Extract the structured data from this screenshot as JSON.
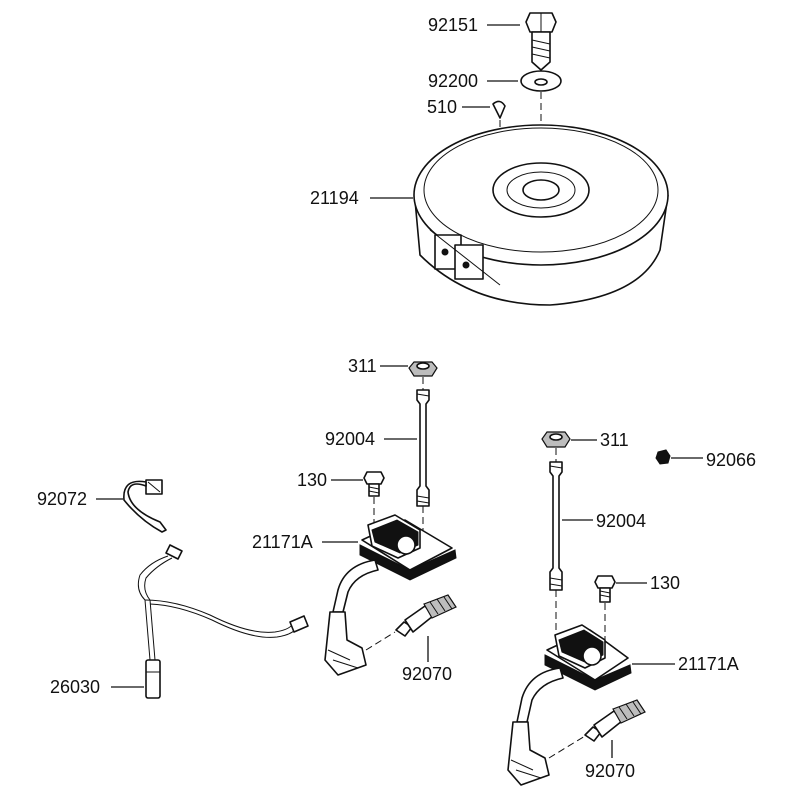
{
  "parts": {
    "bolt": "92151",
    "washer": "92200",
    "key": "510",
    "flywheel": "21194",
    "nut_left": "311",
    "stud_left": "92004",
    "bolt_left": "130",
    "harness_terminal": "92072",
    "coil_left": "21171A",
    "wire_harness": "26030",
    "plug_left": "92070",
    "nut_right": "311",
    "stud_right": "92004",
    "bolt_right": "130",
    "coil_right": "21171A",
    "plug_right": "92070",
    "small_nut": "92066"
  }
}
